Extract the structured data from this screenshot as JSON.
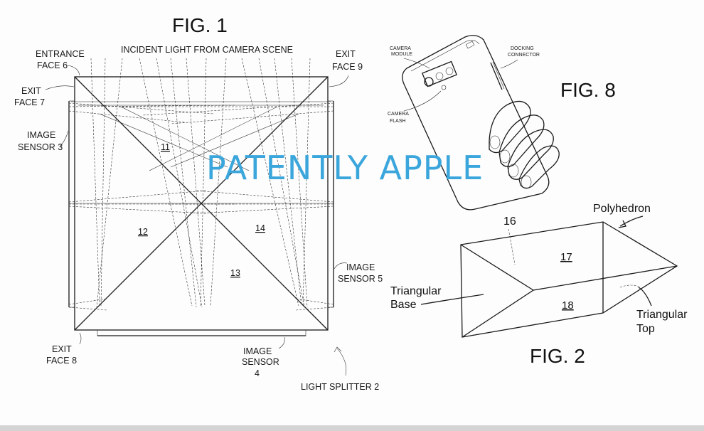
{
  "fig1": {
    "title": "FIG. 1",
    "incident_light": "INCIDENT LIGHT FROM CAMERA SCENE",
    "entrance_face_line1": "ENTRANCE",
    "entrance_face_line2": "FACE 6",
    "exit_face7_line1": "EXIT",
    "exit_face7_line2": "FACE 7",
    "exit_face9_line1": "EXIT",
    "exit_face9_line2": "FACE 9",
    "image_sensor3_line1": "IMAGE",
    "image_sensor3_line2": "SENSOR 3",
    "image_sensor5_line1": "IMAGE",
    "image_sensor5_line2": "SENSOR 5",
    "exit_face8_line1": "EXIT",
    "exit_face8_line2": "FACE 8",
    "image_sensor4_line1": "IMAGE",
    "image_sensor4_line2": "SENSOR",
    "image_sensor4_line3": "4",
    "light_splitter": "LIGHT SPLITTER 2",
    "region_11": "11",
    "region_12": "12",
    "region_13": "13",
    "region_14": "14"
  },
  "fig8": {
    "title": "FIG. 8",
    "camera_module_line1": "CAMERA",
    "camera_module_line2": "MODULE",
    "docking_connector_line1": "DOCKING",
    "docking_connector_line2": "CONNECTOR",
    "camera_flash_line1": "CAMERA",
    "camera_flash_line2": "FLASH"
  },
  "fig2": {
    "title": "FIG. 2",
    "polyhedron": "Polyhedron",
    "triangular_base_line1": "Triangular",
    "triangular_base_line2": "Base",
    "triangular_top_line1": "Triangular",
    "triangular_top_line2": "Top",
    "label_16": "16",
    "label_17": "17",
    "label_18": "18"
  },
  "watermark": "PATENTLY APPLE"
}
